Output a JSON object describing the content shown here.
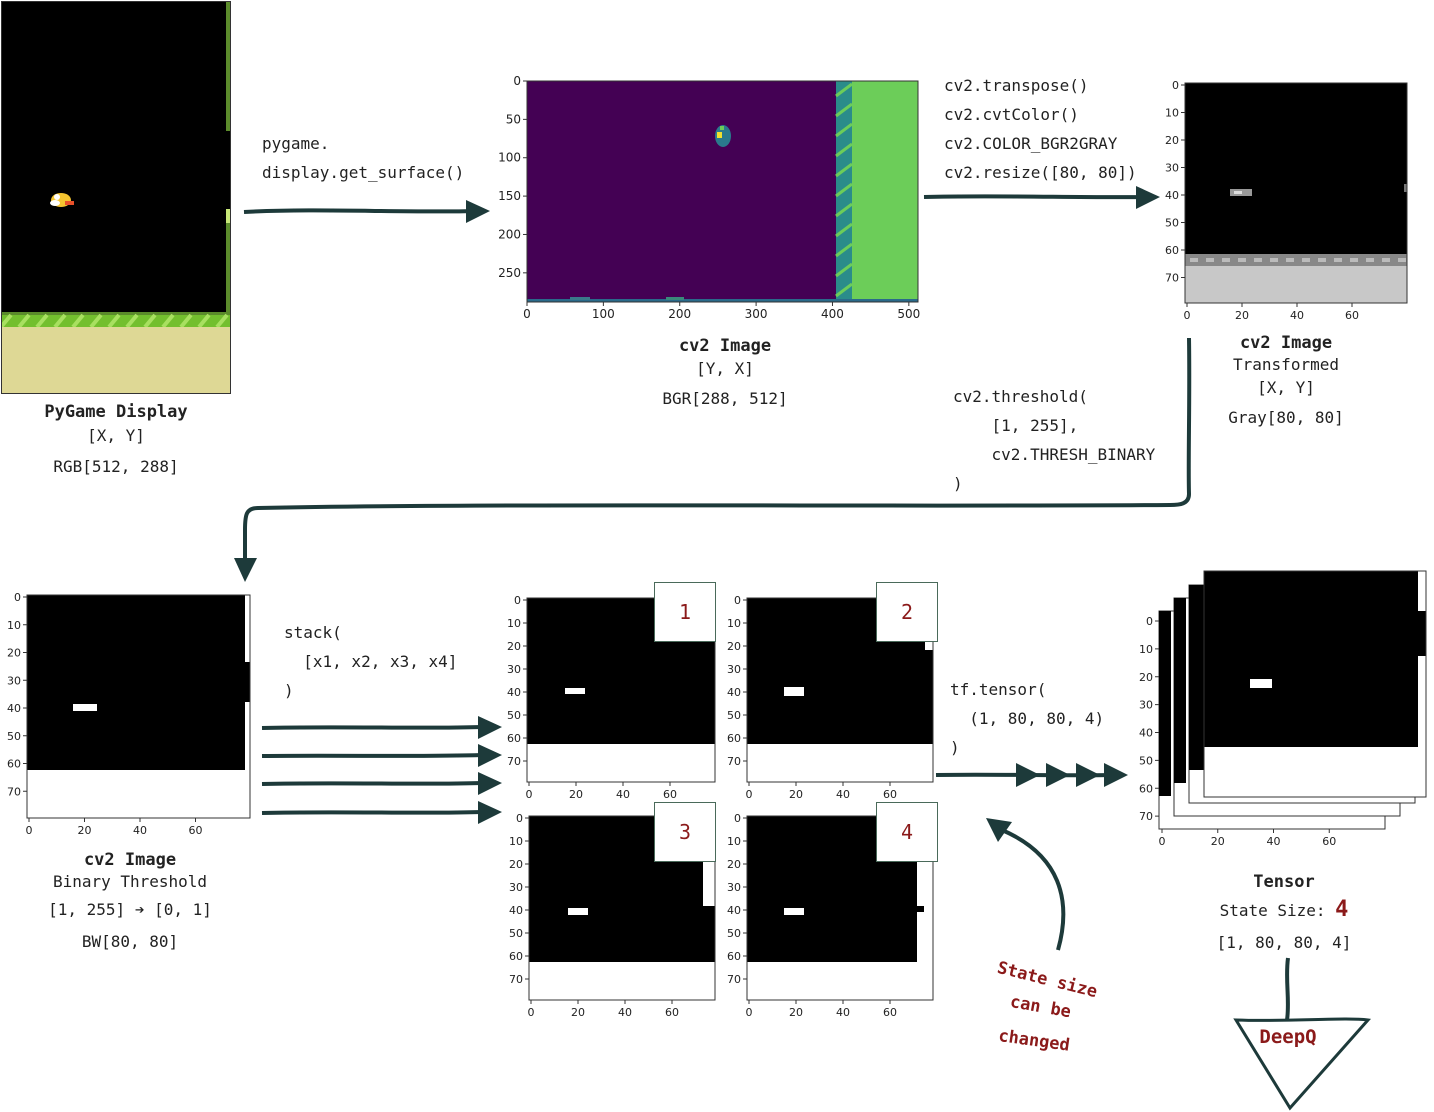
{
  "pygame": {
    "title": "PyGame Display",
    "axes": "[X, Y]",
    "shape": "RGB[512, 288]"
  },
  "surface_code": [
    "pygame.",
    "display.get_surface()"
  ],
  "cv2_image": {
    "title": "cv2 Image",
    "axes": "[Y, X]",
    "shape": "BGR[288, 512]",
    "y_ticks": [
      "0",
      "50",
      "100",
      "150",
      "200",
      "250"
    ],
    "x_ticks": [
      "0",
      "100",
      "200",
      "300",
      "400",
      "500"
    ]
  },
  "transform_code": [
    "cv2.transpose()",
    "cv2.cvtColor()",
    "cv2.COLOR_BGR2GRAY",
    "cv2.resize([80, 80])"
  ],
  "transformed": {
    "title": "cv2 Image",
    "subtitle": "Transformed",
    "axes": "[X, Y]",
    "shape": "Gray[80, 80]",
    "y_ticks": [
      "0",
      "10",
      "20",
      "30",
      "40",
      "50",
      "60",
      "70"
    ],
    "x_ticks": [
      "0",
      "20",
      "40",
      "60"
    ]
  },
  "threshold_code": [
    "cv2.threshold(",
    "    [1, 255],",
    "    cv2.THRESH_BINARY",
    ")"
  ],
  "binary": {
    "title": "cv2 Image",
    "subtitle": "Binary Threshold",
    "mapping_from": "[1, 255]",
    "mapping_arrow": "➔",
    "mapping_to": "[0, 1]",
    "shape": "BW[80, 80]"
  },
  "stack_code": [
    "stack(",
    "  [x1, x2, x3, x4]",
    ")"
  ],
  "frames": [
    "1",
    "2",
    "3",
    "4"
  ],
  "tensor_code": [
    "tf.tensor(",
    "  (1, 80, 80, 4)",
    ")"
  ],
  "tensor": {
    "title": "Tensor",
    "state_label": "State Size:",
    "state_value": "4",
    "shape": "[1, 80, 80, 4]"
  },
  "note": [
    "State size",
    "can be",
    "changed"
  ],
  "deepq": "DeepQ",
  "colors": {
    "arrow": "#1d3a3a",
    "accent_red": "#8b1a1a",
    "viridis_bg": "#440154",
    "viridis_green": "#6ccd59",
    "pipe_teal": "#2a8c8a",
    "sand": "#ded895",
    "ground_green": "#73bf2e"
  }
}
